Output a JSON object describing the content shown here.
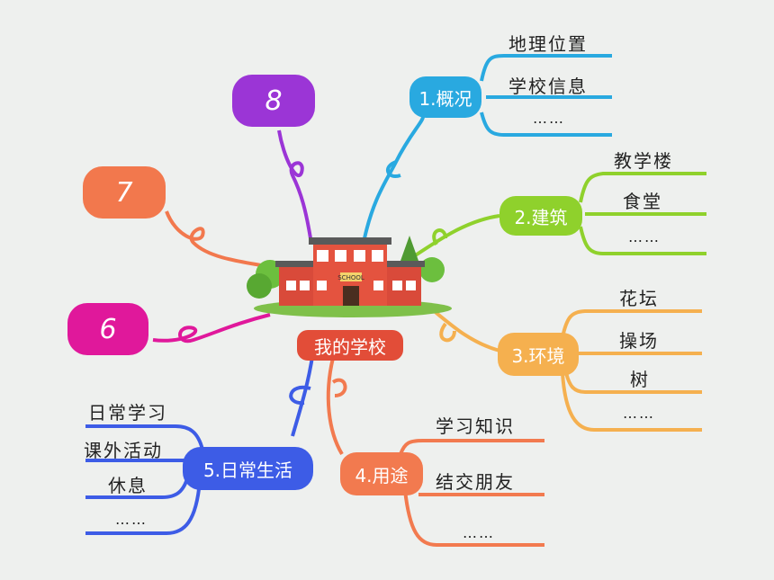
{
  "center": {
    "label": "我的学校",
    "sign": "SCHOOL"
  },
  "branches": [
    {
      "label": "1.概况",
      "color": "#29a9e0",
      "items": [
        "地理位置",
        "学校信息",
        "……"
      ]
    },
    {
      "label": "2.建筑",
      "color": "#8fd12c",
      "items": [
        "教学楼",
        "食堂",
        "……"
      ]
    },
    {
      "label": "3.环境",
      "color": "#f5b04f",
      "items": [
        "花坛",
        "操场",
        "树",
        "……"
      ]
    },
    {
      "label": "4.用途",
      "color": "#f27a4f",
      "items": [
        "学习知识",
        "结交朋友",
        "……"
      ]
    },
    {
      "label": "5.日常生活",
      "color": "#3d5ce6",
      "items": [
        "日常学习",
        "课外活动",
        "休息",
        "……"
      ]
    }
  ],
  "placeholders": [
    {
      "label": "6",
      "color": "#e0189b"
    },
    {
      "label": "7",
      "color": "#f2784d"
    },
    {
      "label": "8",
      "color": "#9b35d6"
    }
  ]
}
